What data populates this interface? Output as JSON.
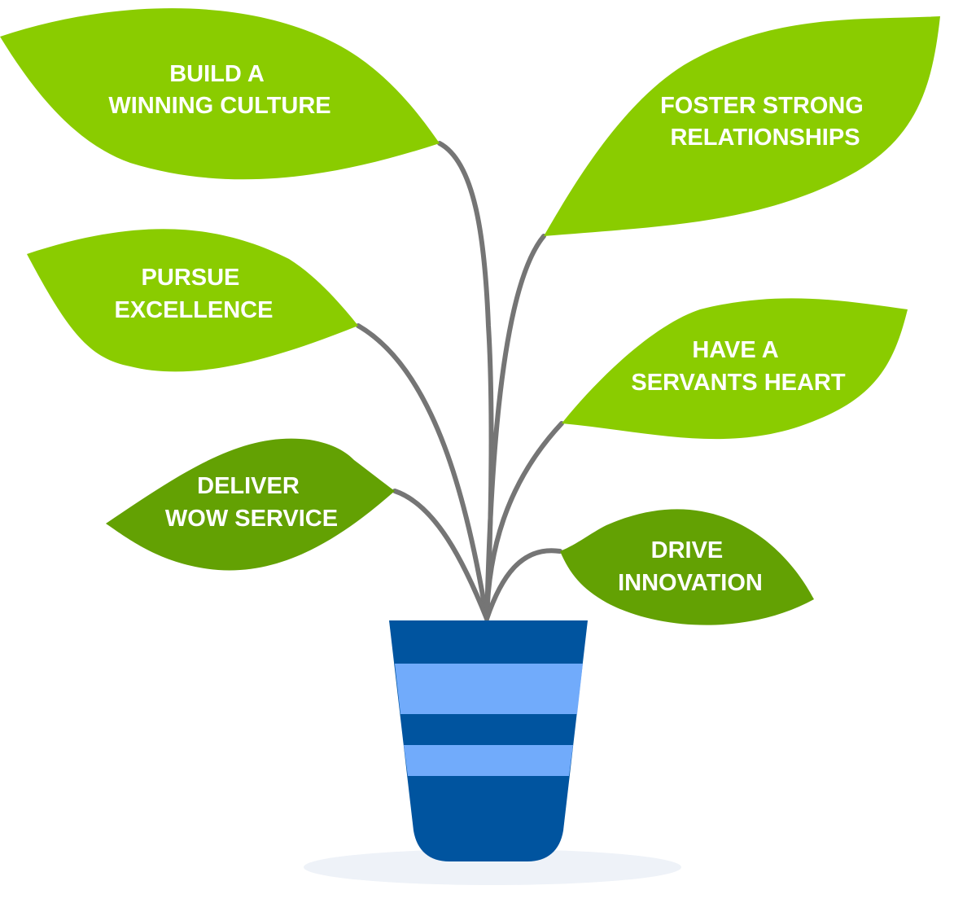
{
  "colors": {
    "leaf_light": "#8acc00",
    "leaf_dark": "#63a103",
    "stem": "#757575",
    "pot_dark": "#00549f",
    "pot_stripe": "#71abfb",
    "shadow": "#eef2f8",
    "label": "#ffffff"
  },
  "leaves": [
    {
      "id": "build-culture",
      "lines": [
        "BUILD A",
        "WINNING CULTURE"
      ]
    },
    {
      "id": "foster-relationships",
      "lines": [
        "FOSTER STRONG",
        "RELATIONSHIPS"
      ]
    },
    {
      "id": "pursue-excellence",
      "lines": [
        "PURSUE",
        "EXCELLENCE"
      ]
    },
    {
      "id": "servants-heart",
      "lines": [
        "HAVE A",
        "SERVANTS HEART"
      ]
    },
    {
      "id": "wow-service",
      "lines": [
        "DELIVER",
        "WOW SERVICE"
      ]
    },
    {
      "id": "drive-innovation",
      "lines": [
        "DRIVE",
        "INNOVATION"
      ]
    }
  ]
}
